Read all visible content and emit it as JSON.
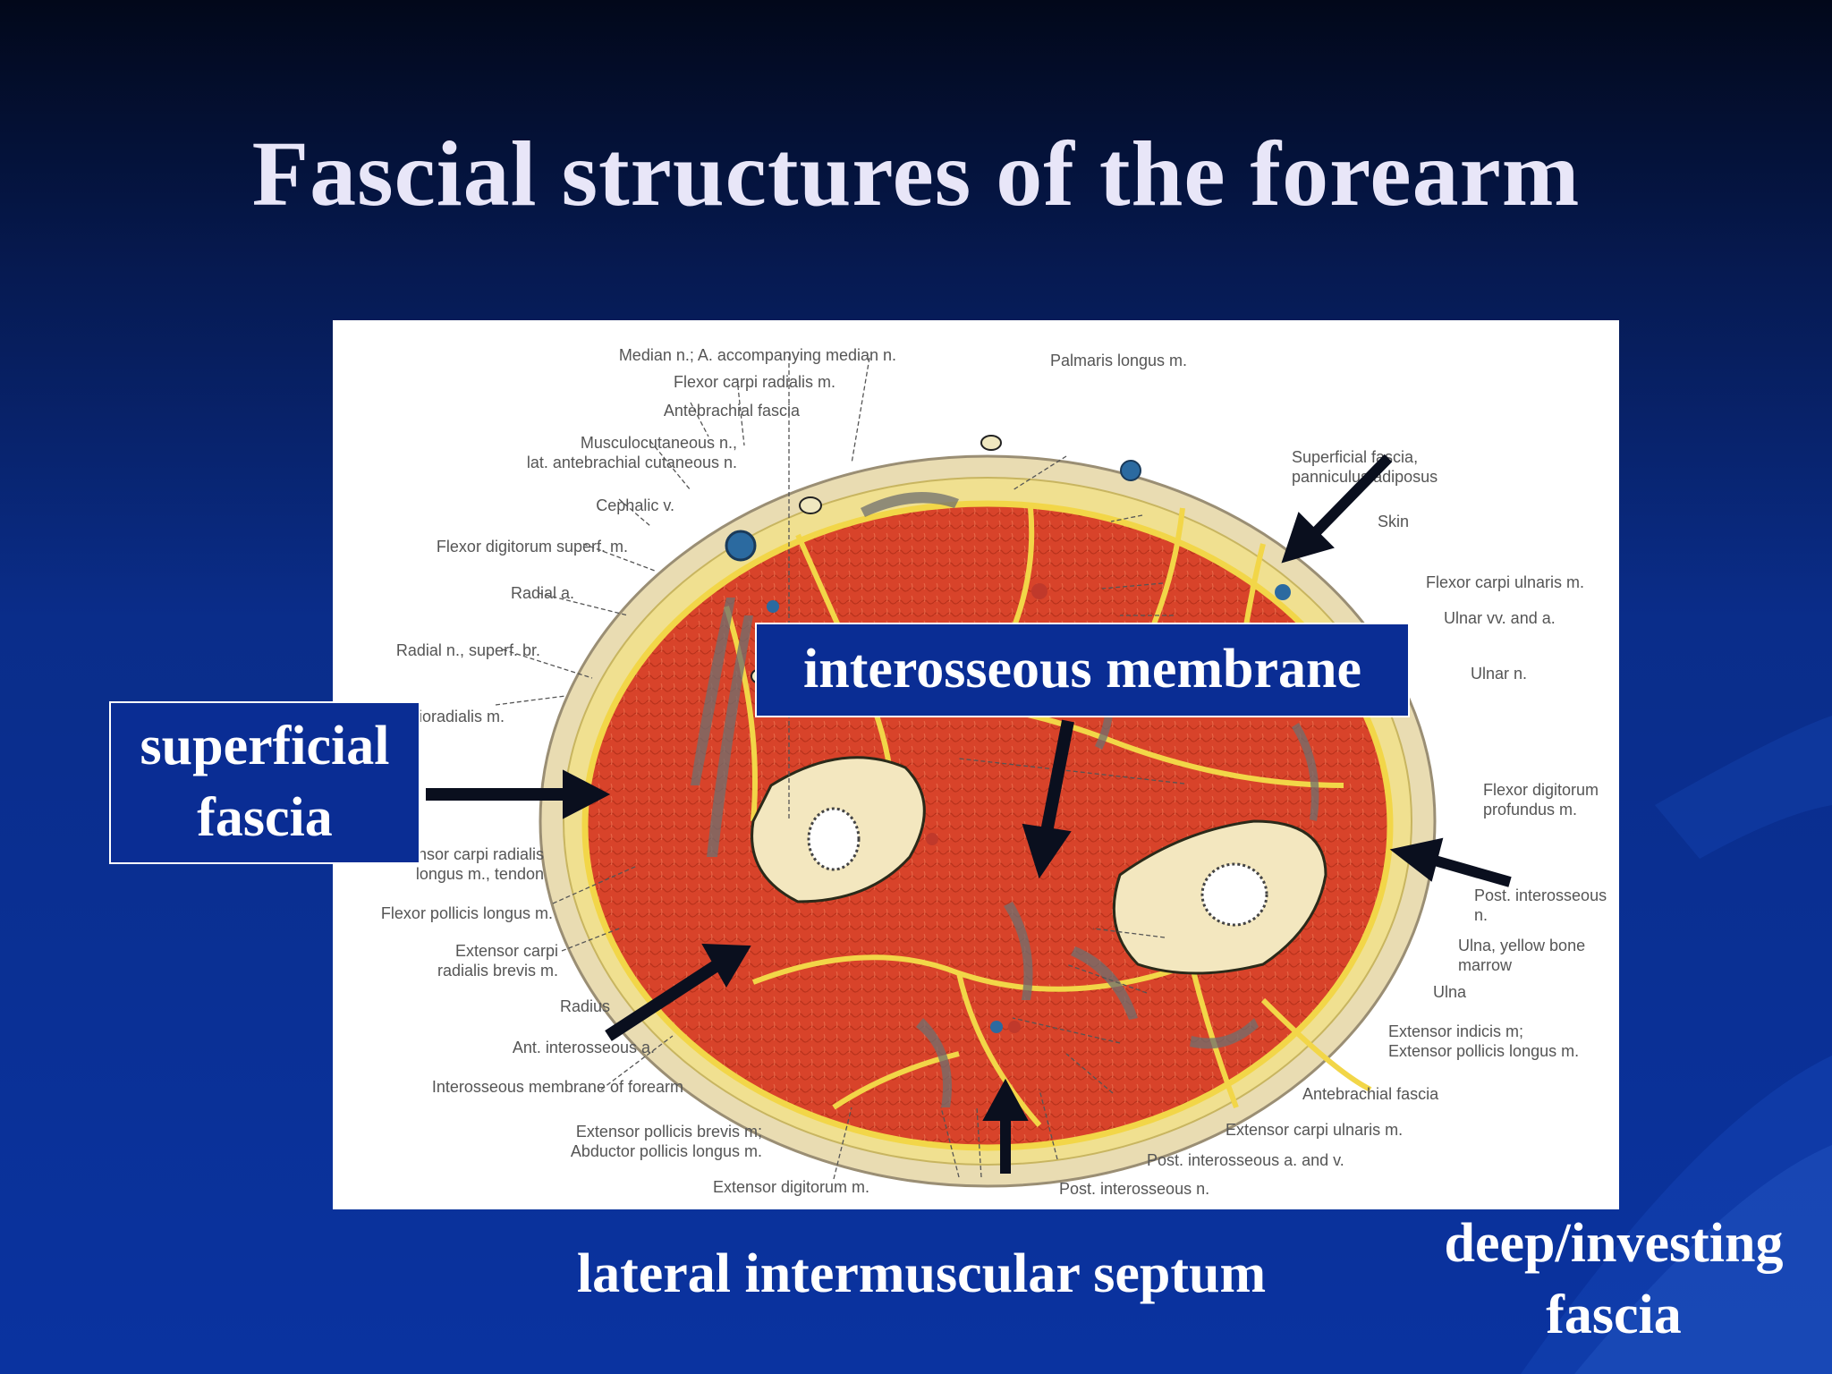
{
  "slide": {
    "title": "Fascial structures of the forearm"
  },
  "callouts": {
    "superficial": "superficial\nfascia",
    "interosseous": "interosseous membrane",
    "lateral_septum": "lateral intermuscular septum",
    "deep_investing": "deep/investing\nfascia"
  },
  "figure_labels": {
    "left": [
      "Median n.; A. accompanying median n.",
      "Flexor carpi radialis m.",
      "Antebrachial fascia",
      "Musculocutaneous n.,\nlat. antebrachial cutaneous n.",
      "Cephalic v.",
      "Flexor digitorum superf. m.",
      "Radial a.",
      "Radial n., superf. br.",
      "Brachioradialis m.",
      "Extensor carpi radialis\nlongus m., tendon",
      "Flexor pollicis longus m.",
      "Extensor carpi\nradialis brevis m.",
      "Radius",
      "Ant. interosseous a.",
      "Interosseous membrane of forearm",
      "Extensor pollicis brevis m;\nAbductor pollicis longus m.",
      "Extensor digitorum m."
    ],
    "right": [
      "Palmaris longus m.",
      "Superficial fascia,\npanniculus adiposus",
      "Skin",
      "Flexor carpi ulnaris m.",
      "Ulnar vv. and a.",
      "Ulnar n.",
      "Flexor digitorum\nprofundus m.",
      "Post. interosseous n.",
      "Ulna, yellow bone\nmarrow",
      "Ulna",
      "Extensor indicis m;\nExtensor pollicis longus m.",
      "Antebrachial fascia",
      "Extensor carpi ulnaris m.",
      "Post. interosseous a. and v.",
      "Post. interosseous n."
    ]
  },
  "colors": {
    "muscle": "#d8432a",
    "fascia": "#f2d648",
    "skin": "#e9dcb2",
    "bone": "#f3e7bf",
    "arrow": "#0a0f1e"
  }
}
